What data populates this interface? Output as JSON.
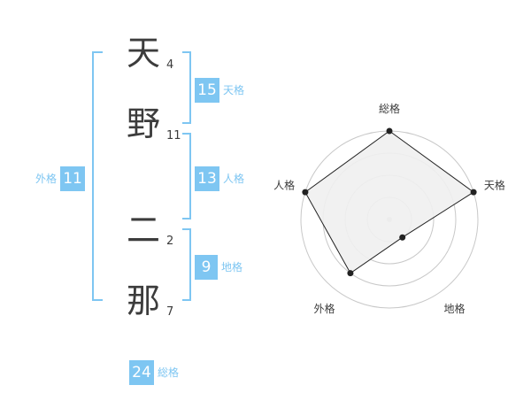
{
  "name_chars": [
    {
      "char": "天",
      "strokes": "4"
    },
    {
      "char": "野",
      "strokes": "11"
    },
    {
      "char": "二",
      "strokes": "2"
    },
    {
      "char": "那",
      "strokes": "7"
    }
  ],
  "fortunes": {
    "tenkaku": {
      "value": "15",
      "label": "天格"
    },
    "jinkaku": {
      "value": "13",
      "label": "人格"
    },
    "chikaku": {
      "value": "9",
      "label": "地格"
    },
    "gaikaku": {
      "value": "11",
      "label": "外格"
    },
    "soukaku": {
      "value": "24",
      "label": "総格"
    }
  },
  "chart_data": {
    "type": "radar",
    "axes": [
      "総格",
      "天格",
      "地格",
      "外格",
      "人格"
    ],
    "values": [
      4,
      4,
      1,
      3,
      4
    ],
    "max": 4,
    "rings": 4,
    "colors": {
      "fill": "#f0f0f0",
      "line": "#222222",
      "grid": "#c8c8c8",
      "point": "#222222"
    }
  }
}
